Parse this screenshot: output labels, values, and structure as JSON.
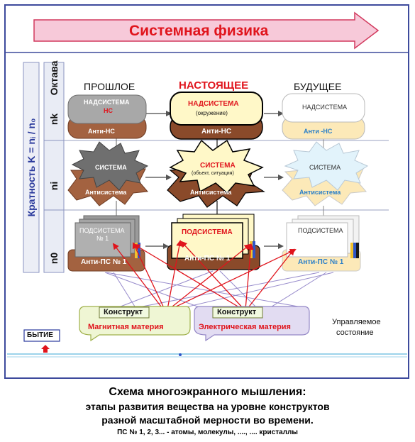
{
  "banner": {
    "title": "Системная физика"
  },
  "side": {
    "ratio_label": "Кратность  K = nᵢ / n₀",
    "octave_label": "Октава",
    "n_k": "nk",
    "n_i": "ni",
    "n_0": "n0"
  },
  "columns": {
    "past": "ПРОШЛОЕ",
    "present": "НАСТОЯЩЕЕ",
    "future": "БУДУЩЕЕ"
  },
  "past": {
    "supersystem": "НАДСИСТЕМА",
    "supersystem_ns": "НС",
    "anti_ns": "Анти-НС",
    "system": "СИСТЕМА",
    "antisystem": "Антисистема",
    "subsystem": "ПОДСИСТЕМА",
    "subsystem_num": "№ 1",
    "anti_ps": "Анти-ПС № 1"
  },
  "present": {
    "supersystem": "НАДСИСТЕМА",
    "supersystem_sub": "(окружение)",
    "anti_ns": "Анти-НС",
    "system": "СИСТЕМА",
    "system_sub": "(объект,  ситуация)",
    "antisystem": "Антисистема",
    "subsystem": "ПОДСИСТЕМА",
    "anti_ps": "Анти-ПС № 1"
  },
  "future": {
    "supersystem": "НАДСИСТЕМА",
    "anti_ns": "Анти -НС",
    "system": "СИСТЕМА",
    "antisystem": "Антисистема",
    "subsystem": "ПОДСИСТЕМА",
    "anti_ps": "Анти-ПС № 1"
  },
  "constructs": [
    {
      "title": "Конструкт",
      "matter": "Магнитная материя"
    },
    {
      "title": "Конструкт",
      "matter": "Электрическая материя"
    }
  ],
  "managed_state": {
    "line1": "Управляемое",
    "line2": "состояние"
  },
  "being": "БЫТИЕ",
  "caption": {
    "line1": "Схема  многоэкранного мышления:",
    "line2": "этапы  развития вещества на уровне конструктов",
    "line3": "разной масштабной мерности во времени.",
    "line4": "ПС № 1, 2, 3... - атомы, молекулы, ...., .... кристаллы"
  },
  "colors": {
    "frame": "#3d4a9c",
    "banner": "#f7c9d9",
    "arrow_red": "#e0141c",
    "present_fill": "#fff8c8",
    "future_fill": "#e2f3fb"
  }
}
